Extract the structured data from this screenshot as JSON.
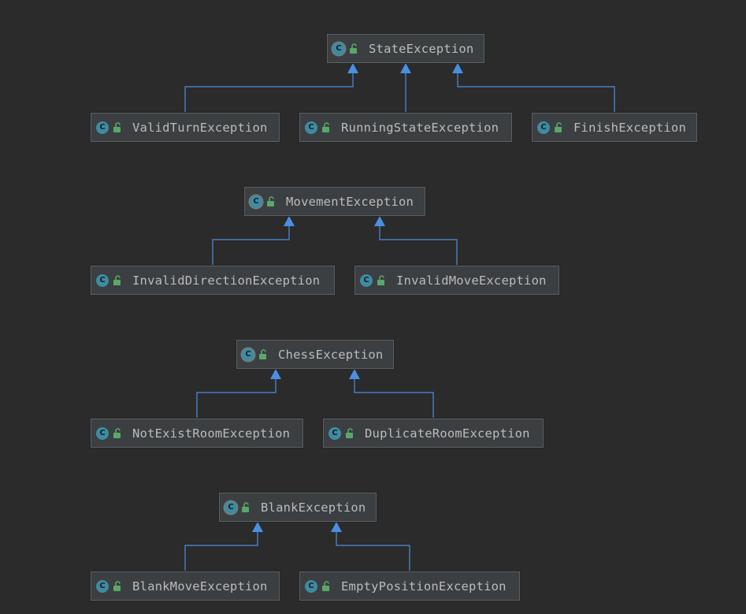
{
  "colors": {
    "background": "#2b2b2b",
    "node_fill": "#3c3f41",
    "edge": "#4a8fe0",
    "class_icon": "#3d8ca3",
    "public_icon": "#59a869",
    "text": "#bbbbbb"
  },
  "icons": {
    "class": "class-icon",
    "abstract_class": "abstract-class-icon",
    "visibility": "public-unlock-icon",
    "class_glyph": "C"
  },
  "groups": [
    {
      "parent": {
        "label": "StateException",
        "abstract": true
      },
      "children": [
        {
          "label": "ValidTurnException"
        },
        {
          "label": "RunningStateException"
        },
        {
          "label": "FinishException"
        }
      ]
    },
    {
      "parent": {
        "label": "MovementException",
        "abstract": true
      },
      "children": [
        {
          "label": "InvalidDirectionException"
        },
        {
          "label": "InvalidMoveException"
        }
      ]
    },
    {
      "parent": {
        "label": "ChessException",
        "abstract": true
      },
      "children": [
        {
          "label": "NotExistRoomException"
        },
        {
          "label": "DuplicateRoomException"
        }
      ]
    },
    {
      "parent": {
        "label": "BlankException",
        "abstract": true
      },
      "children": [
        {
          "label": "BlankMoveException"
        },
        {
          "label": "EmptyPositionException"
        }
      ]
    }
  ]
}
